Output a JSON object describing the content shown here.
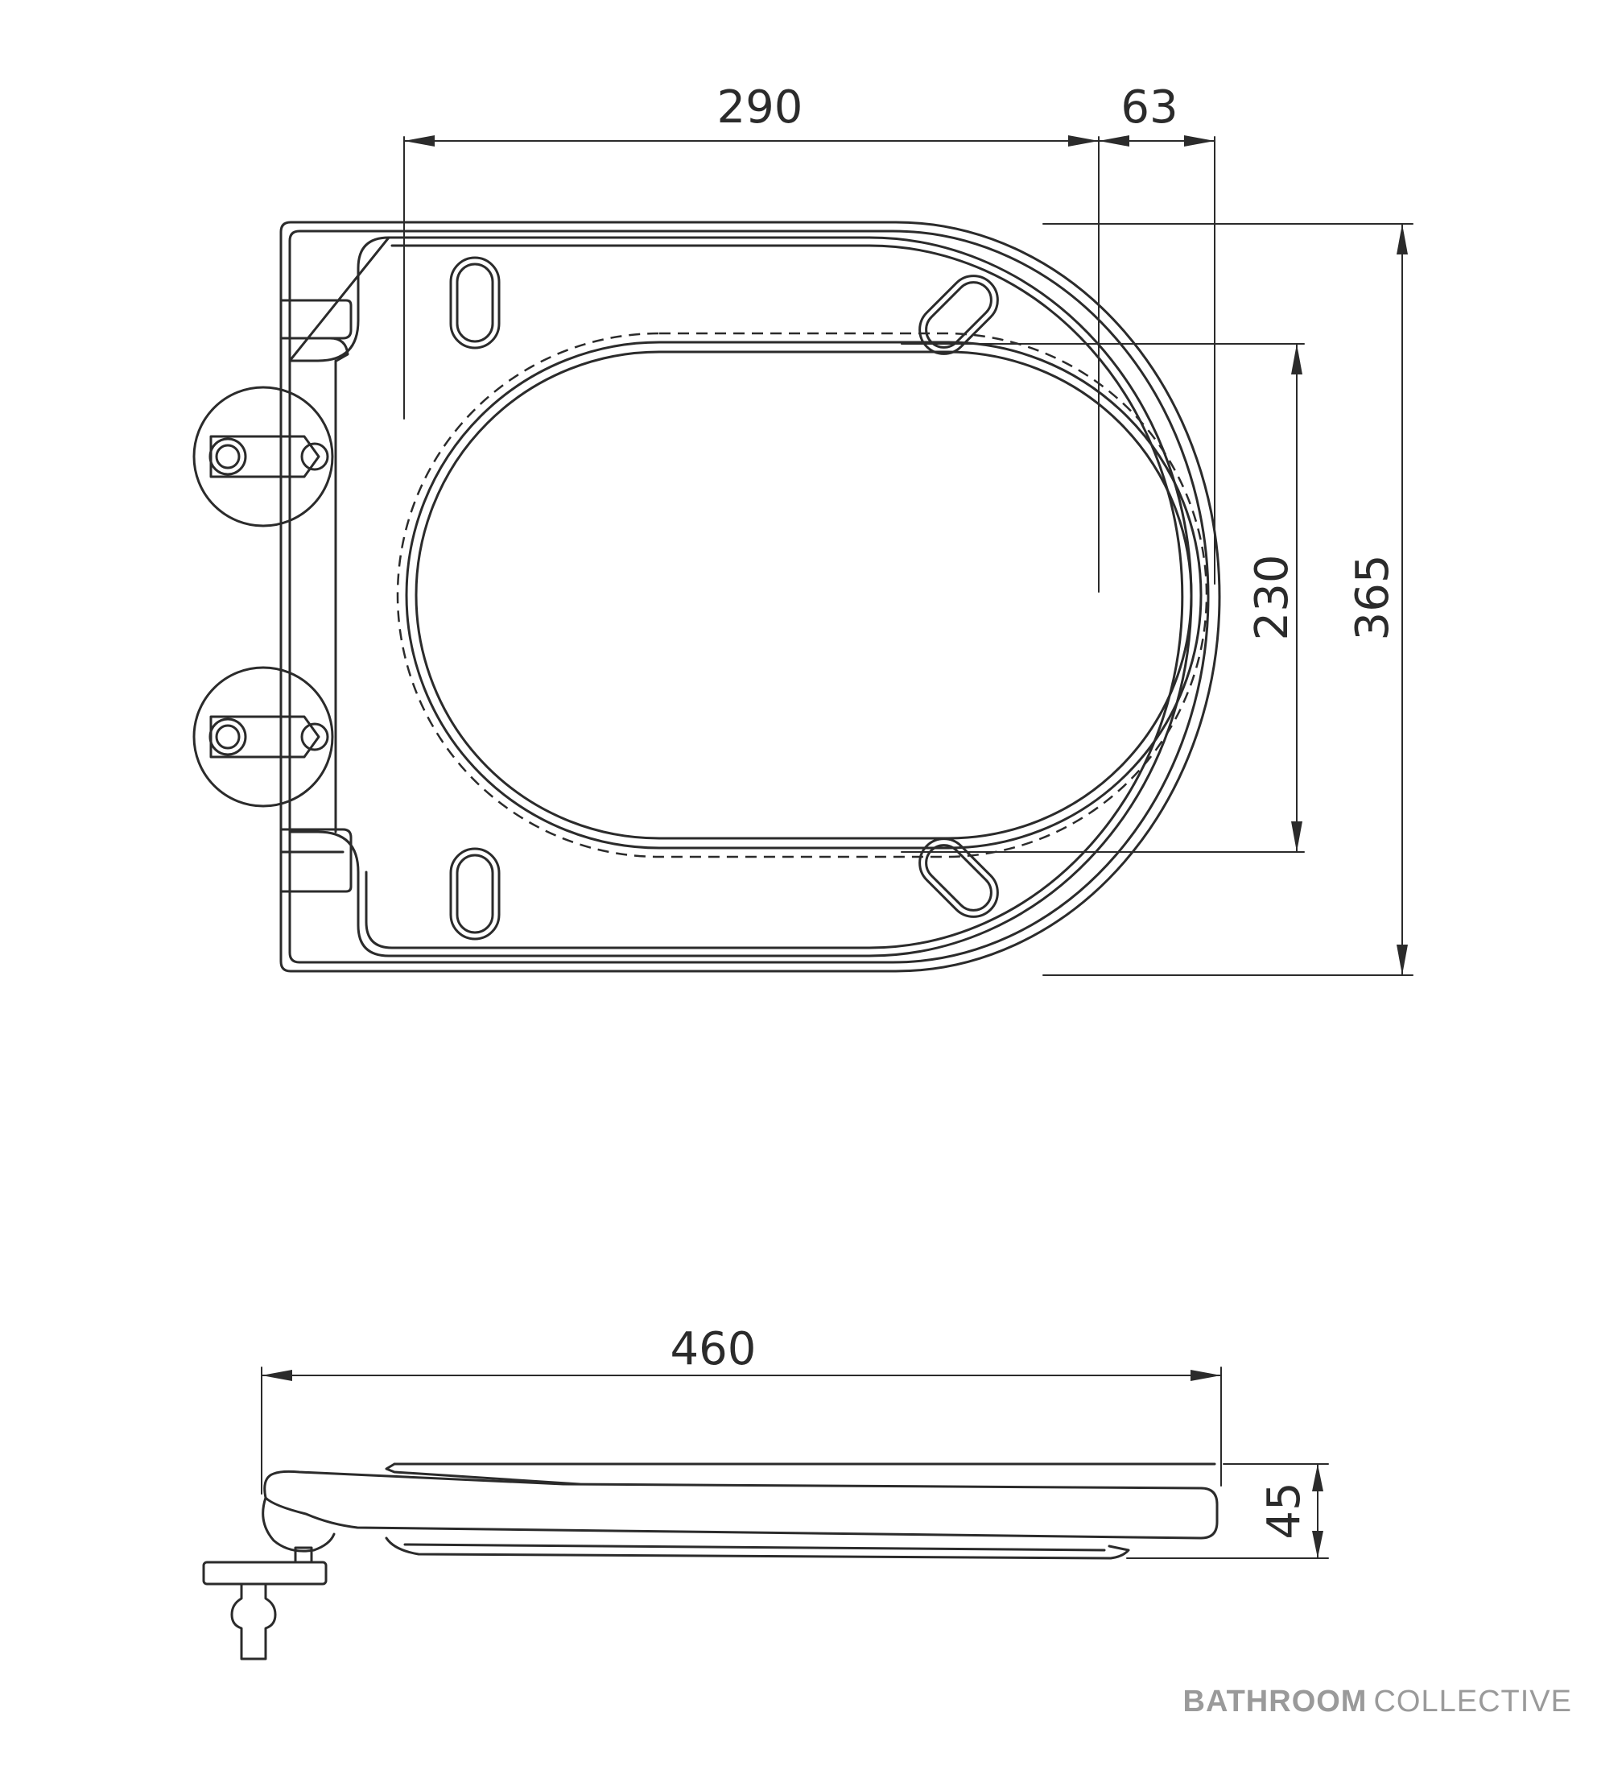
{
  "dimensions": {
    "top_width_main": "290",
    "top_width_offset": "63",
    "opening_length": "230",
    "overall_length": "365",
    "side_length": "460",
    "side_height": "45"
  },
  "brand": {
    "part1": "BATHROOM",
    "part2": "COLLECTIVE"
  },
  "colors": {
    "line": "#2b2b2b",
    "brand": "#9a9a9a",
    "background": "#ffffff"
  }
}
